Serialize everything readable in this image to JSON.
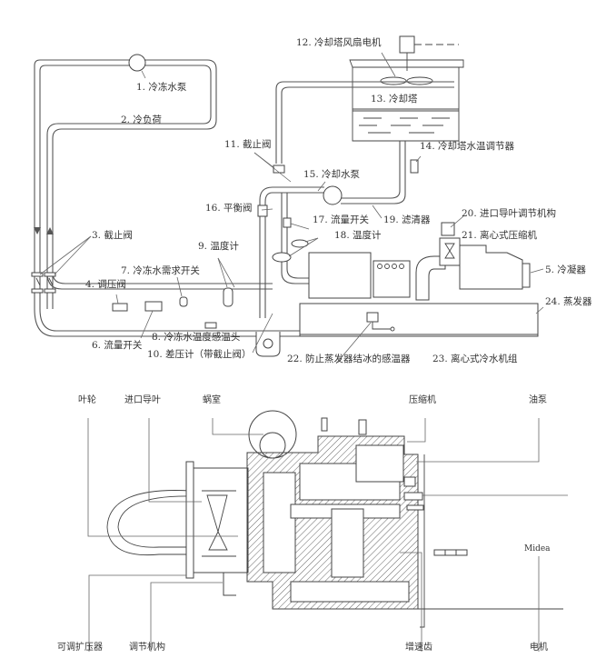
{
  "upper_diagram": {
    "labels": [
      {
        "id": "l1",
        "text": "1. 冷冻水泵"
      },
      {
        "id": "l2",
        "text": "2. 冷负荷"
      },
      {
        "id": "l3",
        "text": "3. 截止阀"
      },
      {
        "id": "l4",
        "text": "4. 调压阀"
      },
      {
        "id": "l5",
        "text": "5. 冷凝器"
      },
      {
        "id": "l6",
        "text": "6. 流量开关"
      },
      {
        "id": "l7",
        "text": "7. 冷冻水需求开关"
      },
      {
        "id": "l8",
        "text": "8. 冷冻水温度感温头"
      },
      {
        "id": "l9",
        "text": "9. 温度计"
      },
      {
        "id": "l10",
        "text": "10. 差压计（带截止阀）"
      },
      {
        "id": "l11",
        "text": "11. 截止阀"
      },
      {
        "id": "l12",
        "text": "12. 冷却塔风扇电机"
      },
      {
        "id": "l13",
        "text": "13. 冷却塔"
      },
      {
        "id": "l14",
        "text": "14. 冷却塔水温调节器"
      },
      {
        "id": "l15",
        "text": "15. 冷却水泵"
      },
      {
        "id": "l16",
        "text": "16. 平衡阀"
      },
      {
        "id": "l17",
        "text": "17. 流量开关"
      },
      {
        "id": "l18",
        "text": "18. 温度计"
      },
      {
        "id": "l19",
        "text": "19. 滤清器"
      },
      {
        "id": "l20",
        "text": "20. 进口导叶调节机构"
      },
      {
        "id": "l21",
        "text": "21. 离心式压缩机"
      },
      {
        "id": "l22",
        "text": "22. 防止蒸发器结冰的感温器"
      },
      {
        "id": "l23",
        "text": "23. 离心式冷水机组"
      },
      {
        "id": "l24",
        "text": "24. 蒸发器"
      }
    ]
  },
  "lower_diagram": {
    "labels": [
      {
        "id": "impeller",
        "text": "叶轮"
      },
      {
        "id": "inlet_guide_vane",
        "text": "进口导叶"
      },
      {
        "id": "volute",
        "text": "蜗室"
      },
      {
        "id": "compressor",
        "text": "压缩机"
      },
      {
        "id": "oil_pump",
        "text": "油泵"
      },
      {
        "id": "adjustable_diffuser",
        "text": "可调扩压器"
      },
      {
        "id": "adjust_mechanism",
        "text": "调节机构"
      },
      {
        "id": "speed_gear",
        "text": "增速齿"
      },
      {
        "id": "motor",
        "text": "电机"
      },
      {
        "id": "watermark",
        "text": "Midea"
      }
    ]
  }
}
